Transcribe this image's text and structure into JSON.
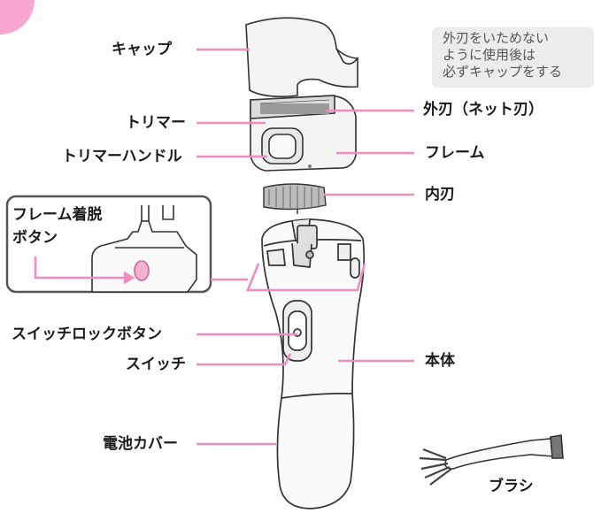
{
  "labels": {
    "cap": "キャップ",
    "trimmer": "トリマー",
    "trimmer_handle": "トリマーハンドル",
    "outer_blade": "外刃（ネット刃）",
    "frame": "フレーム",
    "inner_blade": "内刃",
    "frame_release_line1": "フレーム着脱",
    "frame_release_line2": "ボタン",
    "switch_lock_button": "スイッチロックボタン",
    "switch": "スイッチ",
    "body": "本体",
    "battery_cover": "電池カバー",
    "brush": "ブラシ"
  },
  "note": {
    "line1": "外刃をいためない",
    "line2": "ように使用後は",
    "line3": "必ずキャップをする"
  },
  "colors": {
    "leader_line": "#f08cbf",
    "outline": "#333333",
    "inset_border": "#555555",
    "note_bg": "#ececec",
    "corner_badge": "#f7a6cf"
  }
}
